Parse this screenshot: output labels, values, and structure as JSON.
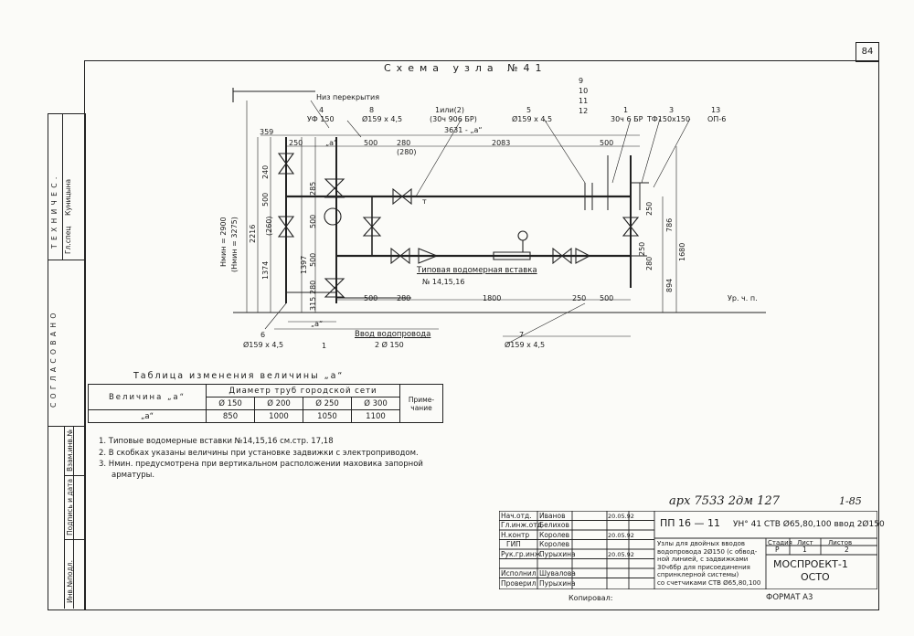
{
  "sheet": {
    "page_number": "84",
    "title": "Схема узла №41",
    "format": "ФОРМАТ А3",
    "copied_by": "Копировал:",
    "archive_note": "арх 7533 2дм 127",
    "sheet_ref": "1-85"
  },
  "diagram_labels": {
    "floor_bottom": "Низ перекрытия",
    "num_4": "4",
    "num_8": "8",
    "num_1ili2": "1или(2)",
    "num_5": "5",
    "num_1": "1",
    "num_3": "3",
    "num_13": "13",
    "num_9": "9",
    "num_10": "10",
    "num_11": "11",
    "num_12": "12",
    "uf150": "УФ 150",
    "d159_top": "Ø159 x 4,5",
    "valve_304": "(30ч 906 БР)",
    "d159_mid": "Ø159 x 4,5",
    "valve_30ch6br": "30ч 6 БР",
    "tf150": "ТФ150x150",
    "op6": "ОП-6",
    "dim_359": "359",
    "dim_250a": "250",
    "a_top": "„а“",
    "dim_500a": "500",
    "dim_280a": "280",
    "dim_280p": "(280)",
    "dim_3631": "3631 - „а“",
    "dim_2083": "2083",
    "dim_500b": "500",
    "h_min": "Нмин = 2900",
    "h_min2": "(Нмин = 3275)",
    "dim_240": "240",
    "dim_500v": "500",
    "dim_2216": "2216",
    "dim_1374": "1374",
    "dim_1397": "1397",
    "dim_260": "(260)",
    "dim_285": "285",
    "dim_500v2": "500",
    "dim_500v3": "500",
    "dim_280v": "280",
    "dim_315": "315",
    "dim_786": "786",
    "dim_1680": "1680",
    "dim_894": "894",
    "dim_250r": "250",
    "dim_280r": "280",
    "dim_250r2": "250",
    "meter_insert": "Типовая водомерная вставка",
    "meter_ref": "№ 14,15,16",
    "dim_500c": "500",
    "dim_280c": "280",
    "dim_1800": "1800",
    "dim_250c": "250",
    "dim_500d": "500",
    "floor_level": "Ур. ч. п.",
    "num_6": "6",
    "d159_left": "Ø159 x 4,5",
    "a_bot": "„а“",
    "water_input": "Ввод водопровода",
    "input_2d150": "2 Ø 150",
    "num_7": "7",
    "d159_right": "Ø159 x 4,5",
    "num_1_bot": "1",
    "t_mark": "т"
  },
  "a_table": {
    "title": "Таблица изменения величины „а“",
    "col_value": "Величина „а“",
    "col_diam": "Диаметр труб городской сети",
    "col_note": "Приме- чание",
    "diameters": [
      "Ø 150",
      "Ø 200",
      "Ø 250",
      "Ø 300"
    ],
    "row_label": "„а“",
    "values": [
      "850",
      "1000",
      "1050",
      "1100"
    ]
  },
  "notes": [
    "1. Типовые водомерные вставки №14,15,16 см.стр. 17,18",
    "2. В скобках указаны величины при установке задвижки с электроприводом.",
    "3. Нмин. предусмотрена при вертикальном расположении маховика запорной",
    "арматуры."
  ],
  "left_strip": {
    "agreed": "С О Г Л А С О В А Н О",
    "technical": "Т Е Х Н И Ч Е С .",
    "gl_spec": "Гл.спец",
    "kunitsyna": "Куницына",
    "inv_orig": "Инв.№подл.",
    "sign_date": "Подпись и дата",
    "inv_vzam": "Взам.инв.№"
  },
  "stamp": {
    "roles": [
      "Нач.отд.",
      "Гл.инж.отд",
      "Н.контр",
      "ГИП",
      "Рук.гр.инж.",
      "",
      "Исполнил",
      "Проверил"
    ],
    "names": [
      "Иванов",
      "Белихов",
      "Королев",
      "Королев",
      "Пурыхина",
      "",
      "Шувалова",
      "Пурыхина"
    ],
    "dates": [
      "20.05.92",
      "",
      "20.05.92",
      "",
      "20.05.92",
      "",
      "",
      ""
    ],
    "code": "ПП 16 — 11",
    "code_rest": "УН° 41 СТВ Ø65,80,100 ввод 2Ø150",
    "desc": [
      "Узлы для двойных вводов",
      "водопровода 2Ø150 (с обвод-",
      "ной линией, с задвижками",
      "30ч6бр для присоединения",
      "спринклерной системы)",
      "со счетчиками СТВ Ø65,80,100"
    ],
    "stage_h": "Стадия",
    "sheet_h": "Лист",
    "sheets_h": "Листов",
    "stage": "Р",
    "sheet": "1",
    "sheets": "2",
    "org": "МОСПРОЕКТ-1",
    "org2": "ОСТО"
  }
}
